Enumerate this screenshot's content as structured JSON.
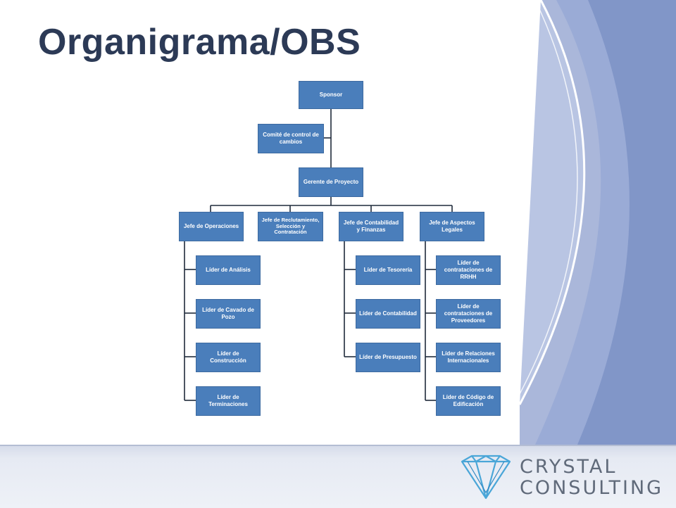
{
  "slide": {
    "title": "Organigrama/OBS"
  },
  "org_chart": {
    "sponsor": "Sponsor",
    "change_committee": "Comité de control de cambios",
    "project_manager": "Gerente de Proyecto",
    "heads": {
      "operations": "Jefe de Operaciones",
      "recruitment": "Jefe de Reclutamiento, Selección y Contratación",
      "accounting": "Jefe de Contabilidad y Finanzas",
      "legal": "Jefe de Aspectos Legales"
    },
    "operations_leads": [
      "Líder de Análisis",
      "Líder de Cavado de Pozo",
      "Líder de Construcción",
      "Líder de Terminaciones"
    ],
    "accounting_leads": [
      "Líder de Tesorería",
      "Líder de Contabilidad",
      "Líder de Presupuesto"
    ],
    "legal_leads": [
      "Líder de contrataciones de RRHH",
      "Líder de contrataciones de Proveedores",
      "Líder de Relaciones Internacionales",
      "Líder de Código de Edificación"
    ]
  },
  "logo": {
    "line1": "CRYSTAL",
    "line2": "CONSULTING",
    "icon": "crystal-diamond-icon"
  },
  "colors": {
    "title": "#2c3a56",
    "box": "#4a7ebb",
    "connector": "#1f2a3a",
    "decor_blue": "#8a9fcf"
  }
}
